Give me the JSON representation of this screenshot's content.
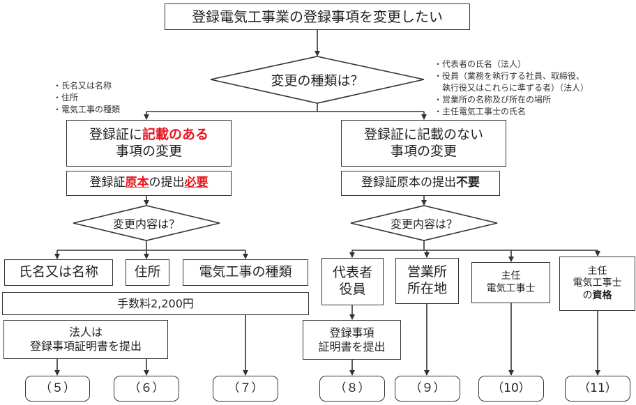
{
  "title": "登録電気工事業の登録事項を変更したい",
  "decision_main": "変更の種類は？",
  "notes_left": [
    "・氏名又は名称",
    "・住所",
    "・電気工事の種類"
  ],
  "notes_right": [
    "・代表者の氏名（法人）",
    "・役員（業務を執行する社員、取締役、",
    "　執行役又はこれらに準ずる者）（法人）",
    "・営業所の名称及び所在の場所",
    "・主任電気工事士の氏名"
  ],
  "left_branch": {
    "title_pre": "登録証に",
    "title_em": "記載のある",
    "title_line2": "事項の変更",
    "sub_pre": "登録証",
    "sub_em1": "原本",
    "sub_mid": "の提出",
    "sub_em2": "必要",
    "decision": "変更内容は？",
    "items": [
      "氏名又は名称",
      "住所",
      "電気工事の種類"
    ],
    "fee": "手数料2,200円",
    "corp_line1": "法人は",
    "corp_line2": "登録事項証明書を提出"
  },
  "right_branch": {
    "title_line1": "登録証に記載のない",
    "title_line2": "事項の変更",
    "sub_pre": "登録証原本の提出",
    "sub_em": "不要",
    "decision": "変更内容は？",
    "items": [
      {
        "line1": "代表者",
        "line2": "役員"
      },
      {
        "line1": "営業所",
        "line2": "所在地"
      },
      {
        "line1": "主任",
        "line2": "電気工事士"
      },
      {
        "line1": "主任",
        "line2": "電気工事士",
        "line3_pre": "の",
        "line3_em": "資格"
      }
    ],
    "cert_line1": "登録事項",
    "cert_line2": "証明書を提出"
  },
  "results": [
    "（５）",
    "（６）",
    "（７）",
    "（８）",
    "（９）",
    "（10）",
    "（11）"
  ]
}
